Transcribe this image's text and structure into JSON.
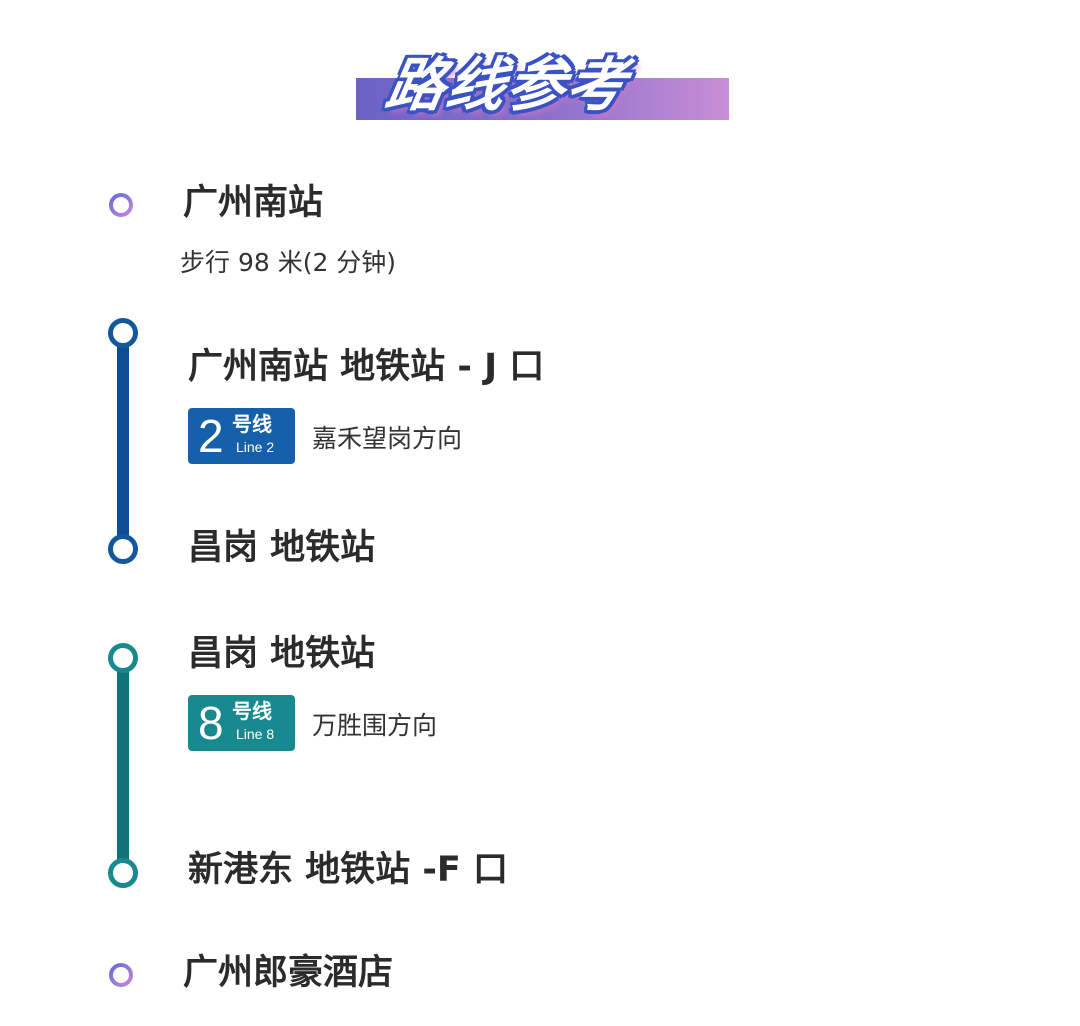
{
  "header": {
    "title": "路线参考"
  },
  "route": {
    "start": {
      "station": "广州南站",
      "walk": "步行 98 米(2 分钟)"
    },
    "segment1": {
      "board_station": "广州南站 地铁站 - J 口",
      "line_number": "2",
      "line_cn": "号线",
      "line_en": "Line 2",
      "direction": "嘉禾望岗方向",
      "alight_station": "昌岗 地铁站",
      "color": "#0f4d92"
    },
    "segment2": {
      "board_station": "昌岗 地铁站",
      "line_number": "8",
      "line_cn": "号线",
      "line_en": "Line 8",
      "direction": "万胜围方向",
      "alight_station": "新港东 地铁站 -F 口",
      "color": "#117378"
    },
    "end": {
      "station": "广州郎豪酒店"
    }
  }
}
